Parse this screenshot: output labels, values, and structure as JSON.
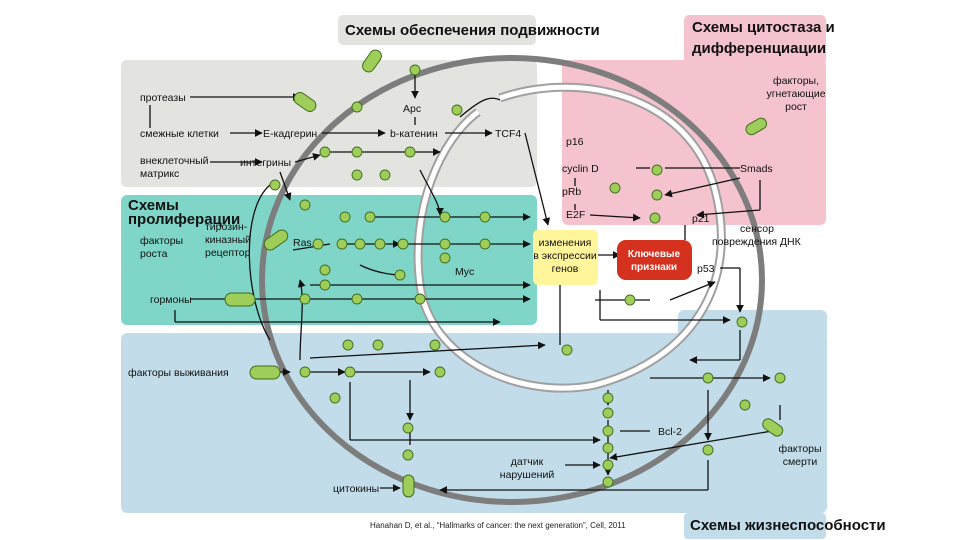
{
  "titles": {
    "motility": "Схемы обеспечения подвижности",
    "cytostasis_line1": "Схемы цитостаза и",
    "cytostasis_line2": "дифференциации",
    "proliferation_line1": "Схемы",
    "proliferation_line2": "пролиферации",
    "viability": "Схемы жизнеспособности"
  },
  "labels": {
    "proteases": "протеазы",
    "adjacent_cells": "смежные клетки",
    "ecm_line1": "внеклеточный",
    "ecm_line2": "матрикс",
    "e_cadherin": "E-кадгерин",
    "integrins": "интегрины",
    "apc": "Apc",
    "b_catenin": "b-катенин",
    "tcf4": "TCF4",
    "p16": "p16",
    "cyclin_d": "cyclin D",
    "prb": "pRb",
    "e2f": "E2F",
    "smads": "Smads",
    "p21": "p21",
    "inhib_factors_line1": "факторы,",
    "inhib_factors_line2": "угнетающие",
    "inhib_factors_line3": "рост",
    "dna_sensor_line1": "сенсор",
    "dna_sensor_line2": "повреждения ДНК",
    "p53": "p53",
    "tyrosine_line1": "тирозин-",
    "tyrosine_line2": "киназный",
    "tyrosine_line3": "рецептор",
    "growth_factors_line1": "факторы",
    "growth_factors_line2": "роста",
    "ras": "Ras",
    "myc": "Myc",
    "hormones": "гормоны",
    "gene_expr_line1": "изменения",
    "gene_expr_line2": "в экспрессии",
    "gene_expr_line3": "генов",
    "key_line1": "Ключевые",
    "key_line2": "признаки",
    "survival_factors": "факторы выживания",
    "bcl2": "Bcl-2",
    "damage_sensor_line1": "датчик",
    "damage_sensor_line2": "нарушений",
    "cytokines": "цитокины",
    "death_factors_line1": "факторы",
    "death_factors_line2": "смерти"
  },
  "citation": "Hanahan D, et al., “Hallmarks of cancer: the next generation”, Cell, 2011",
  "colors": {
    "motility_box": "#e3e3e0",
    "cytostasis_box": "#f5c3cd",
    "proliferation_box": "#7fd6c8",
    "viability_box": "#c2dde9",
    "node": "#9fcd5a",
    "gene_expression": "#fff59a",
    "key_features": "#d4311f",
    "membrane": "#7d7d7d"
  }
}
